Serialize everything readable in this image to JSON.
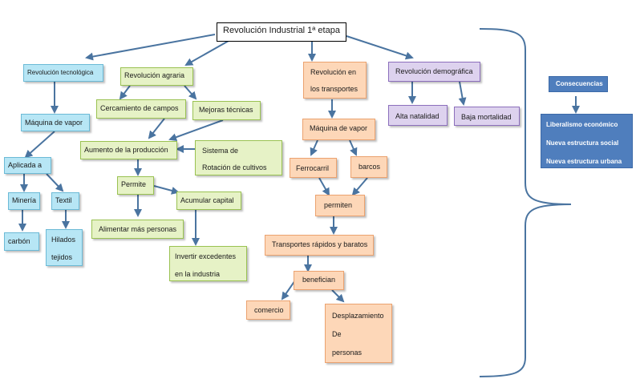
{
  "title": "Revolución Industrial 1ª etapa",
  "tecnologica": {
    "title": "Revolución tecnológica",
    "maquina": "Máquina de vapor",
    "aplicada": "Aplicada a",
    "mineria": "Minería",
    "textil": "Textil",
    "carbon": "carbón",
    "hilados": [
      "Hilados",
      "tejidos"
    ]
  },
  "agraria": {
    "title": "Revolución agraria",
    "cercamiento": "Cercamiento de campos",
    "mejoras": "Mejoras técnicas",
    "aumento": "Aumento de la producción",
    "sistema": [
      "Sistema de",
      "Rotación de cultivos"
    ],
    "permite": "Permite",
    "acumular": "Acumular capital",
    "alimentar": "Alimentar más personas",
    "invertir": [
      "Invertir excedentes",
      "en la industria"
    ]
  },
  "transportes": {
    "title": [
      "Revolución en",
      "los transportes"
    ],
    "maquina": "Máquina de vapor",
    "ferrocarril": "Ferrocarril",
    "barcos": "barcos",
    "permiten": "permiten",
    "rapidos": "Transportes rápidos y baratos",
    "benefician": "benefician",
    "comercio": "comercio",
    "desplazamiento": [
      "Desplazamiento",
      "De",
      "personas"
    ]
  },
  "demografica": {
    "title": "Revolución demográfica",
    "natalidad": "Alta natalidad",
    "mortalidad": "Baja mortalidad"
  },
  "consecuencias": {
    "title": "Consecuencias",
    "items": [
      "Liberalismo económico",
      "Nueva estructura social",
      "Nueva estructura urbana"
    ]
  },
  "colors": {
    "tecnologica": "#b7e6f5",
    "agraria": "#e6f2c6",
    "transportes": "#fdd7b8",
    "demografica": "#ddd2ee",
    "consecuencias": "#4f7ebd",
    "connector": "#4a74a0"
  }
}
